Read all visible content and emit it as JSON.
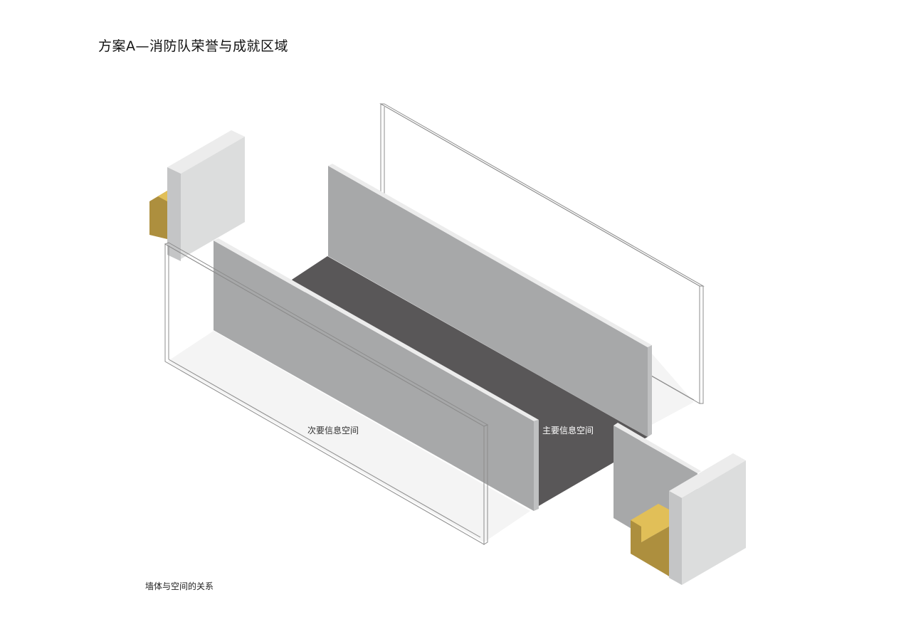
{
  "title": "方案A—消防队荣誉与成就区域",
  "labels": {
    "secondary_space": "次要信息空间",
    "primary_space": "主要信息空间"
  },
  "caption": "墙体与空间的关系",
  "colors": {
    "wall_front": "#a7a8a9",
    "wall_top": "#ececec",
    "wall_side": "#bfc0c1",
    "floor_dark": "#595758",
    "floor_light": "#f4f4f4",
    "block_light": "#dcdddd",
    "block_mid": "#c4c5c6",
    "yellow_light": "#e1bf58",
    "yellow_dark": "#ad8f3e",
    "outline": "#8c8c8c"
  }
}
